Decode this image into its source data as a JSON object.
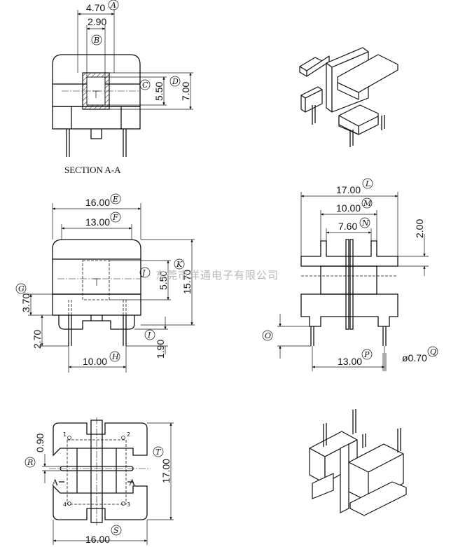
{
  "section_label": "SECTION A-A",
  "watermark": "东莞市洋通电子有限公司",
  "dimensions": {
    "A": "4.70",
    "B": "2.90",
    "C": "5.50",
    "D": "7.00",
    "E": "16.00",
    "F": "13.00",
    "G": "3.70",
    "H": "10.00",
    "I": "1.90",
    "J": "5.50",
    "K": "15.70",
    "misc_270": "2.70",
    "L": "17.00",
    "M": "10.00",
    "N": "7.60",
    "O": "",
    "P": "13.00",
    "Q": "ø0.70",
    "top_200": "2.00",
    "R": "0.90",
    "S": "16.00",
    "T": "17.00"
  },
  "tags": [
    "A",
    "B",
    "C",
    "D",
    "E",
    "F",
    "G",
    "H",
    "I",
    "J",
    "K",
    "L",
    "M",
    "N",
    "O",
    "P",
    "Q",
    "R",
    "S",
    "T"
  ],
  "section_marks": [
    "A",
    "A"
  ],
  "pin_numbers": [
    "1",
    "2",
    "3",
    "4"
  ]
}
